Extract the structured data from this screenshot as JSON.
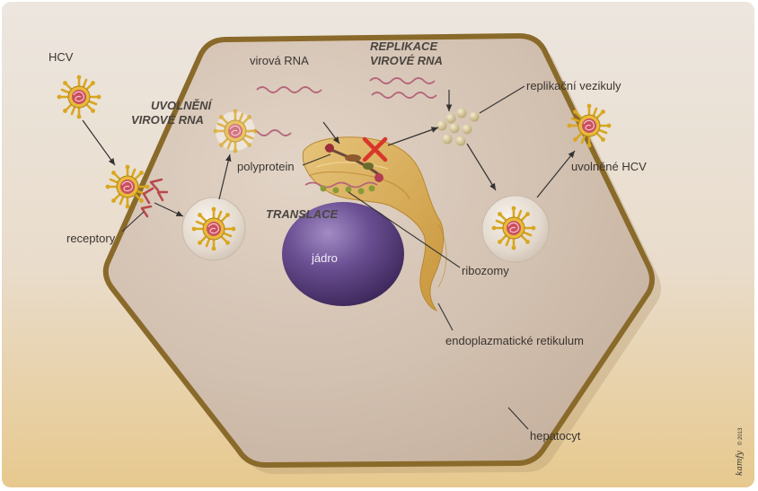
{
  "labels": {
    "hcv": "HCV",
    "uvolneni_line1": "UVOLNĚNÍ",
    "uvolneni_line2": "VIROVÉ RNA",
    "virova_rna": "virová RNA",
    "replikace_line1": "REPLIKACE",
    "replikace_line2": "VIROVÉ RNA",
    "replikacni_vezikuly": "replikační vezikuly",
    "polyprotein": "polyprotein",
    "uvolnene_hcv": "uvolněné HCV",
    "translace": "TRANSLACE",
    "receptory": "receptory",
    "jadro": "jádro",
    "ribozomy": "ribozomy",
    "endoplazmaticke_retikulum": "endoplazmatické retikulum",
    "hepatocyt": "hepatocyt"
  },
  "signature": {
    "author": "kamfy",
    "copyright": "© 2013"
  },
  "colors": {
    "background_top": "#ece6df",
    "background_bottom": "#e7c98e",
    "cell_fill": "#d4c3b4",
    "cell_border": "#8a6a2a",
    "nucleus": "#5a3f7e",
    "er": "#d4a84d",
    "virus_spikes": "#d8a720",
    "virus_core": "#c94f60",
    "rna": "#b5657a",
    "inhibitor_x": "#d9362b",
    "vesicle": "#d6c79b"
  },
  "icons": {
    "inhibitor": "red-x-icon",
    "virus": "hcv-virion-icon",
    "vesicle": "endosome-vesicle-icon"
  }
}
